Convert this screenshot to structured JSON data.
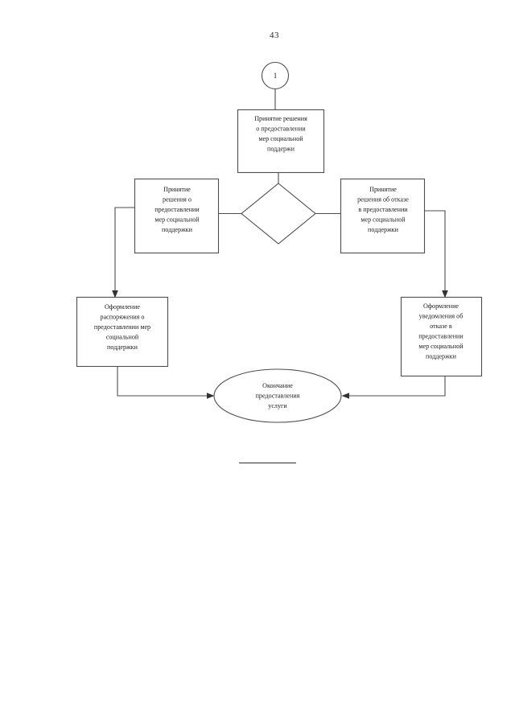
{
  "document": {
    "page_number": "43",
    "language": "ru",
    "background_color": "#ffffff",
    "line_color": "#4d4d4d",
    "text_color": "#1a1a1a"
  },
  "diagram": {
    "type": "flowchart",
    "title": "",
    "connector_node": {
      "id": "connector-1",
      "shape": "circle",
      "label": "1"
    },
    "nodes": [
      {
        "id": "decision-making",
        "shape": "rectangle",
        "lines": [
          "Принятие решения",
          "о предоставлении",
          "мер социальной",
          "поддержи"
        ]
      },
      {
        "id": "decision-gateway",
        "shape": "diamond",
        "lines": []
      },
      {
        "id": "decision-grant",
        "shape": "rectangle",
        "lines": [
          "Принятие",
          "решения о",
          "предоставлении",
          "мер социальной",
          "поддержки"
        ]
      },
      {
        "id": "decision-refusal",
        "shape": "rectangle",
        "lines": [
          "Принятие",
          "решения об отказе",
          "в предоставлении",
          "мер социальной",
          "поддержки"
        ]
      },
      {
        "id": "order-grant",
        "shape": "rectangle",
        "lines": [
          "Оформление",
          "распоряжения о",
          "предоставлении мер",
          "социальной",
          "поддержки"
        ]
      },
      {
        "id": "notice-refusal",
        "shape": "rectangle",
        "lines": [
          "Оформление",
          "уведомления об",
          "отказе в",
          "предоставлении",
          "мер социальной",
          "поддержки"
        ]
      },
      {
        "id": "end-node",
        "shape": "ellipse",
        "lines": [
          "Окончание",
          "предоставления",
          "услуги"
        ]
      }
    ],
    "edges": [
      {
        "from": "connector-1",
        "to": "decision-making",
        "label": ""
      },
      {
        "from": "decision-making",
        "to": "decision-gateway",
        "label": ""
      },
      {
        "from": "decision-gateway",
        "to": "decision-grant",
        "label": ""
      },
      {
        "from": "decision-gateway",
        "to": "decision-refusal",
        "label": ""
      },
      {
        "from": "decision-grant",
        "to": "order-grant",
        "label": ""
      },
      {
        "from": "decision-refusal",
        "to": "notice-refusal",
        "label": ""
      },
      {
        "from": "order-grant",
        "to": "end-node",
        "label": ""
      },
      {
        "from": "notice-refusal",
        "to": "end-node",
        "label": ""
      }
    ]
  }
}
